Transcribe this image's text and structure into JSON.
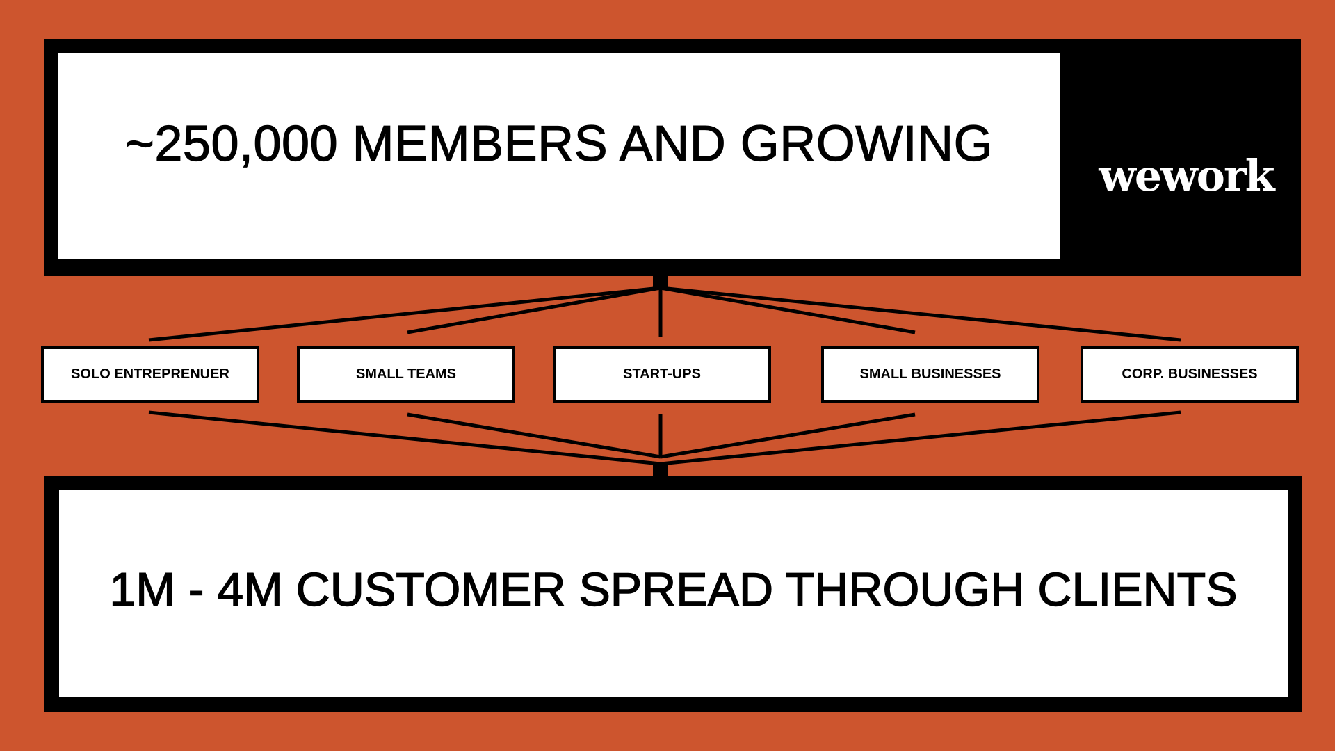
{
  "colors": {
    "background": "#cd552e",
    "frame": "#000000",
    "box": "#ffffff",
    "text": "#000000",
    "logo_text": "#ffffff"
  },
  "top": {
    "title": "~250,000 MEMBERS AND GROWING"
  },
  "brand": {
    "logo_text": "wework"
  },
  "categories": [
    {
      "label": "SOLO ENTREPRENUER"
    },
    {
      "label": "SMALL TEAMS"
    },
    {
      "label": "START-UPS"
    },
    {
      "label": "SMALL BUSINESSES"
    },
    {
      "label": "CORP. BUSINESSES"
    }
  ],
  "bottom": {
    "title": "1M - 4M CUSTOMER SPREAD THROUGH CLIENTS"
  }
}
